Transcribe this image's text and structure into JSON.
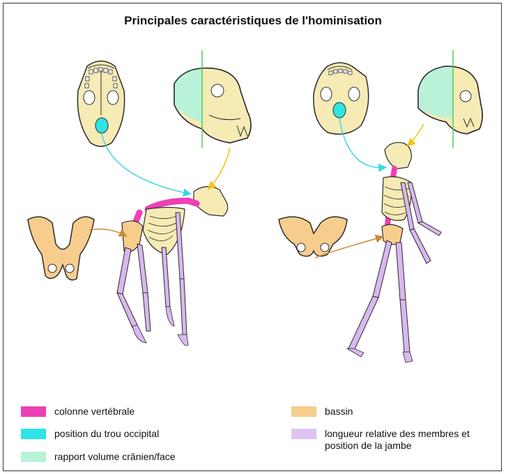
{
  "title": "Principales caractéristiques de l'hominisation",
  "colors": {
    "bone": "#f6eab5",
    "outline": "#2b2b2b",
    "spine": "#ee3fb6",
    "occipital": "#2ee4e6",
    "face_ratio": "#b9f2d8",
    "pelvis": "#f6cd8d",
    "limbs": "#d8b8ee",
    "arrow_cyan": "#38d8e8",
    "arrow_yellow": "#f0c419",
    "arrow_orange": "#c98a34",
    "guide_line": "#55c95a"
  },
  "legend": [
    {
      "label": "colonne vertébrale",
      "color": "#ee3fb6"
    },
    {
      "label": "position du trou occipital",
      "color": "#2ee4e6"
    },
    {
      "label": "rapport volume crânien/face",
      "color": "#b9f2d8"
    },
    {
      "label": "bassin",
      "color": "#f6cd8d"
    },
    {
      "label": "longueur relative des membres et position de la jambe",
      "color": "#dcc3f0"
    }
  ]
}
